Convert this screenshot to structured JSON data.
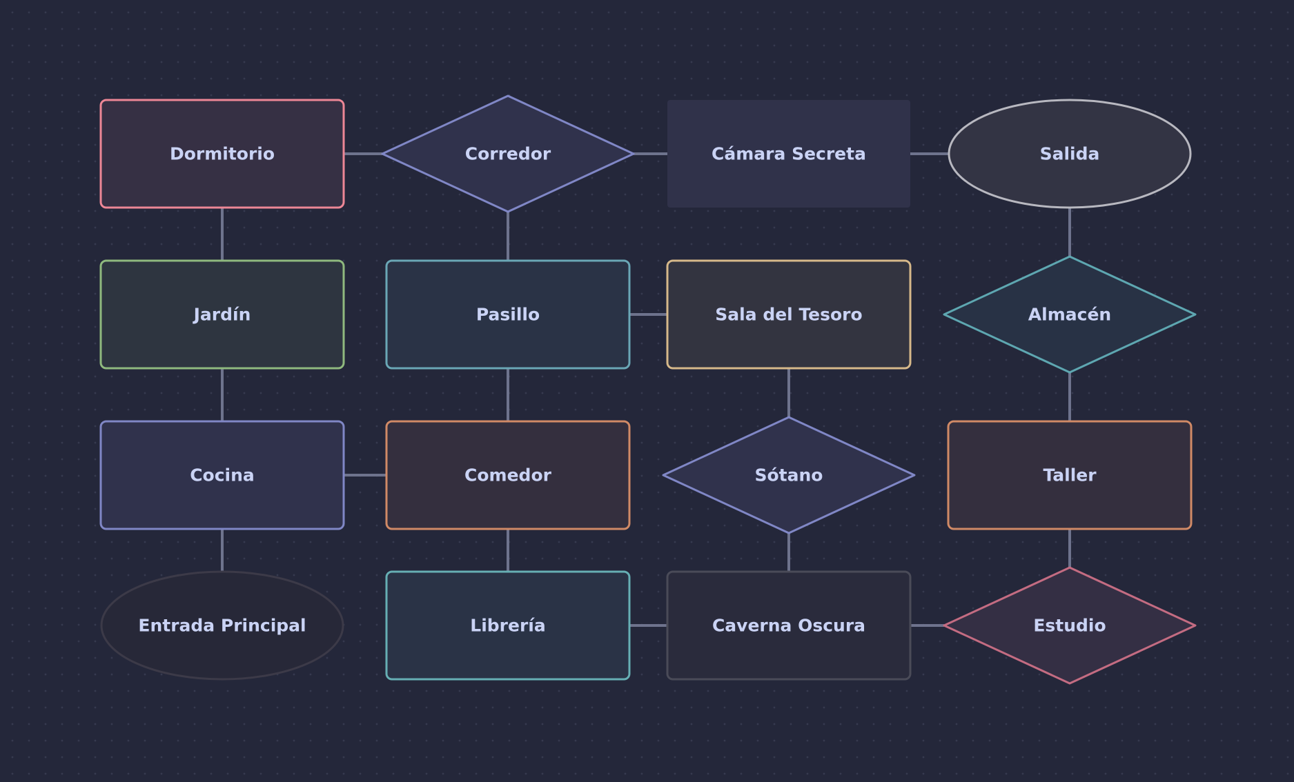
{
  "nodes": [
    {
      "id": "dormitorio",
      "label": "Dormitorio",
      "shape": "rect",
      "stroke": "#ed8796",
      "fill": "#363044"
    },
    {
      "id": "corredor",
      "label": "Corredor",
      "shape": "diamond",
      "stroke": "#8087c6",
      "fill": "#30324c"
    },
    {
      "id": "camara-secreta",
      "label": "Cámara Secreta",
      "shape": "rect-flat",
      "stroke": "none",
      "fill": "#30324a"
    },
    {
      "id": "salida",
      "label": "Salida",
      "shape": "ellipse",
      "stroke": "#b8b8c0",
      "fill": "#333444"
    },
    {
      "id": "jardin",
      "label": "Jardín",
      "shape": "rect",
      "stroke": "#8fb97e",
      "fill": "#2e3540"
    },
    {
      "id": "pasillo",
      "label": "Pasillo",
      "shape": "rect",
      "stroke": "#6aa7b6",
      "fill": "#2a3346"
    },
    {
      "id": "sala-del-tesoro",
      "label": "Sala del Tesoro",
      "shape": "rect",
      "stroke": "#d7b98a",
      "fill": "#333440"
    },
    {
      "id": "almacen",
      "label": "Almacén",
      "shape": "diamond",
      "stroke": "#5ea7b1",
      "fill": "#283245"
    },
    {
      "id": "cocina",
      "label": "Cocina",
      "shape": "rect",
      "stroke": "#8087c6",
      "fill": "#30324c"
    },
    {
      "id": "comedor",
      "label": "Comedor",
      "shape": "rect",
      "stroke": "#d18a66",
      "fill": "#342f3e"
    },
    {
      "id": "sotano",
      "label": "Sótano",
      "shape": "diamond",
      "stroke": "#8087c6",
      "fill": "#30324c"
    },
    {
      "id": "taller",
      "label": "Taller",
      "shape": "rect",
      "stroke": "#d18a66",
      "fill": "#342f3e"
    },
    {
      "id": "entrada-principal",
      "label": "Entrada Principal",
      "shape": "ellipse",
      "stroke": "#3c3a48",
      "fill": "#272838"
    },
    {
      "id": "libreria",
      "label": "Librería",
      "shape": "rect",
      "stroke": "#66afb4",
      "fill": "#2a3346"
    },
    {
      "id": "caverna-oscura",
      "label": "Caverna Oscura",
      "shape": "rect",
      "stroke": "#4a4b58",
      "fill": "#2a2b3c"
    },
    {
      "id": "estudio",
      "label": "Estudio",
      "shape": "diamond",
      "stroke": "#c46c82",
      "fill": "#342f44"
    }
  ],
  "edges": [
    [
      "dormitorio",
      "corredor"
    ],
    [
      "corredor",
      "camara-secreta"
    ],
    [
      "camara-secreta",
      "salida"
    ],
    [
      "dormitorio",
      "jardin"
    ],
    [
      "corredor",
      "pasillo"
    ],
    [
      "salida",
      "almacen"
    ],
    [
      "pasillo",
      "sala-del-tesoro"
    ],
    [
      "jardin",
      "cocina"
    ],
    [
      "pasillo",
      "comedor"
    ],
    [
      "sala-del-tesoro",
      "sotano"
    ],
    [
      "almacen",
      "taller"
    ],
    [
      "cocina",
      "comedor"
    ],
    [
      "cocina",
      "entrada-principal"
    ],
    [
      "comedor",
      "libreria"
    ],
    [
      "sotano",
      "caverna-oscura"
    ],
    [
      "taller",
      "estudio"
    ],
    [
      "libreria",
      "caverna-oscura"
    ],
    [
      "caverna-oscura",
      "estudio"
    ]
  ]
}
